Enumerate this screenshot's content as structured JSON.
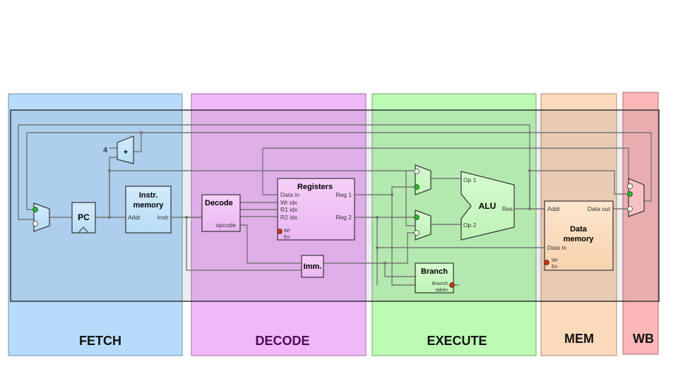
{
  "stages": [
    {
      "key": "fetch",
      "label": "FETCH",
      "fill": "#b7dcfb",
      "stroke": "#6d8fb0",
      "text": "#111111"
    },
    {
      "key": "decode",
      "label": "DECODE",
      "fill": "#f0b8f8",
      "stroke": "#9a6aa6",
      "text": "#4a0a5a"
    },
    {
      "key": "execute",
      "label": "EXECUTE",
      "fill": "#bdfbb5",
      "stroke": "#6aa86a",
      "text": "#111111"
    },
    {
      "key": "mem",
      "label": "MEM",
      "fill": "#fbd9bb",
      "stroke": "#b08a6a",
      "text": "#111111"
    },
    {
      "key": "wb",
      "label": "WB",
      "fill": "#fbb7b7",
      "stroke": "#b06a6a",
      "text": "#111111"
    }
  ],
  "pc": {
    "title": "PC"
  },
  "adder": {
    "const": "4",
    "symbol": "+"
  },
  "instr_mem": {
    "title_line1": "Instr.",
    "title_line2": "memory",
    "addr": "Addr",
    "instr": "Instr"
  },
  "decode": {
    "title": "Decode",
    "opcode": "opcode"
  },
  "registers": {
    "title": "Registers",
    "data_in": "Data in",
    "wr_idx": "Wr idx",
    "r1_idx": "R1 idx",
    "r2_idx": "R2 idx",
    "reg1": "Reg 1",
    "reg2": "Reg 2",
    "wr": "Wr",
    "en": "En"
  },
  "imm": {
    "title": "Imm."
  },
  "alu": {
    "title": "ALU",
    "op1": "Op 1",
    "op2": "Op 2",
    "res": "Res"
  },
  "branch": {
    "title": "Branch",
    "out_line1": "Branch",
    "out_line2": "taken"
  },
  "data_mem": {
    "title_line1": "Data",
    "title_line2": "memory",
    "addr": "Addr",
    "data_out": "Data out",
    "data_in": "Data in",
    "wr": "Wr",
    "en": "En"
  },
  "colors": {
    "select_green": "#22bb22",
    "enable_red": "#cc3300",
    "wire": "#777777"
  }
}
